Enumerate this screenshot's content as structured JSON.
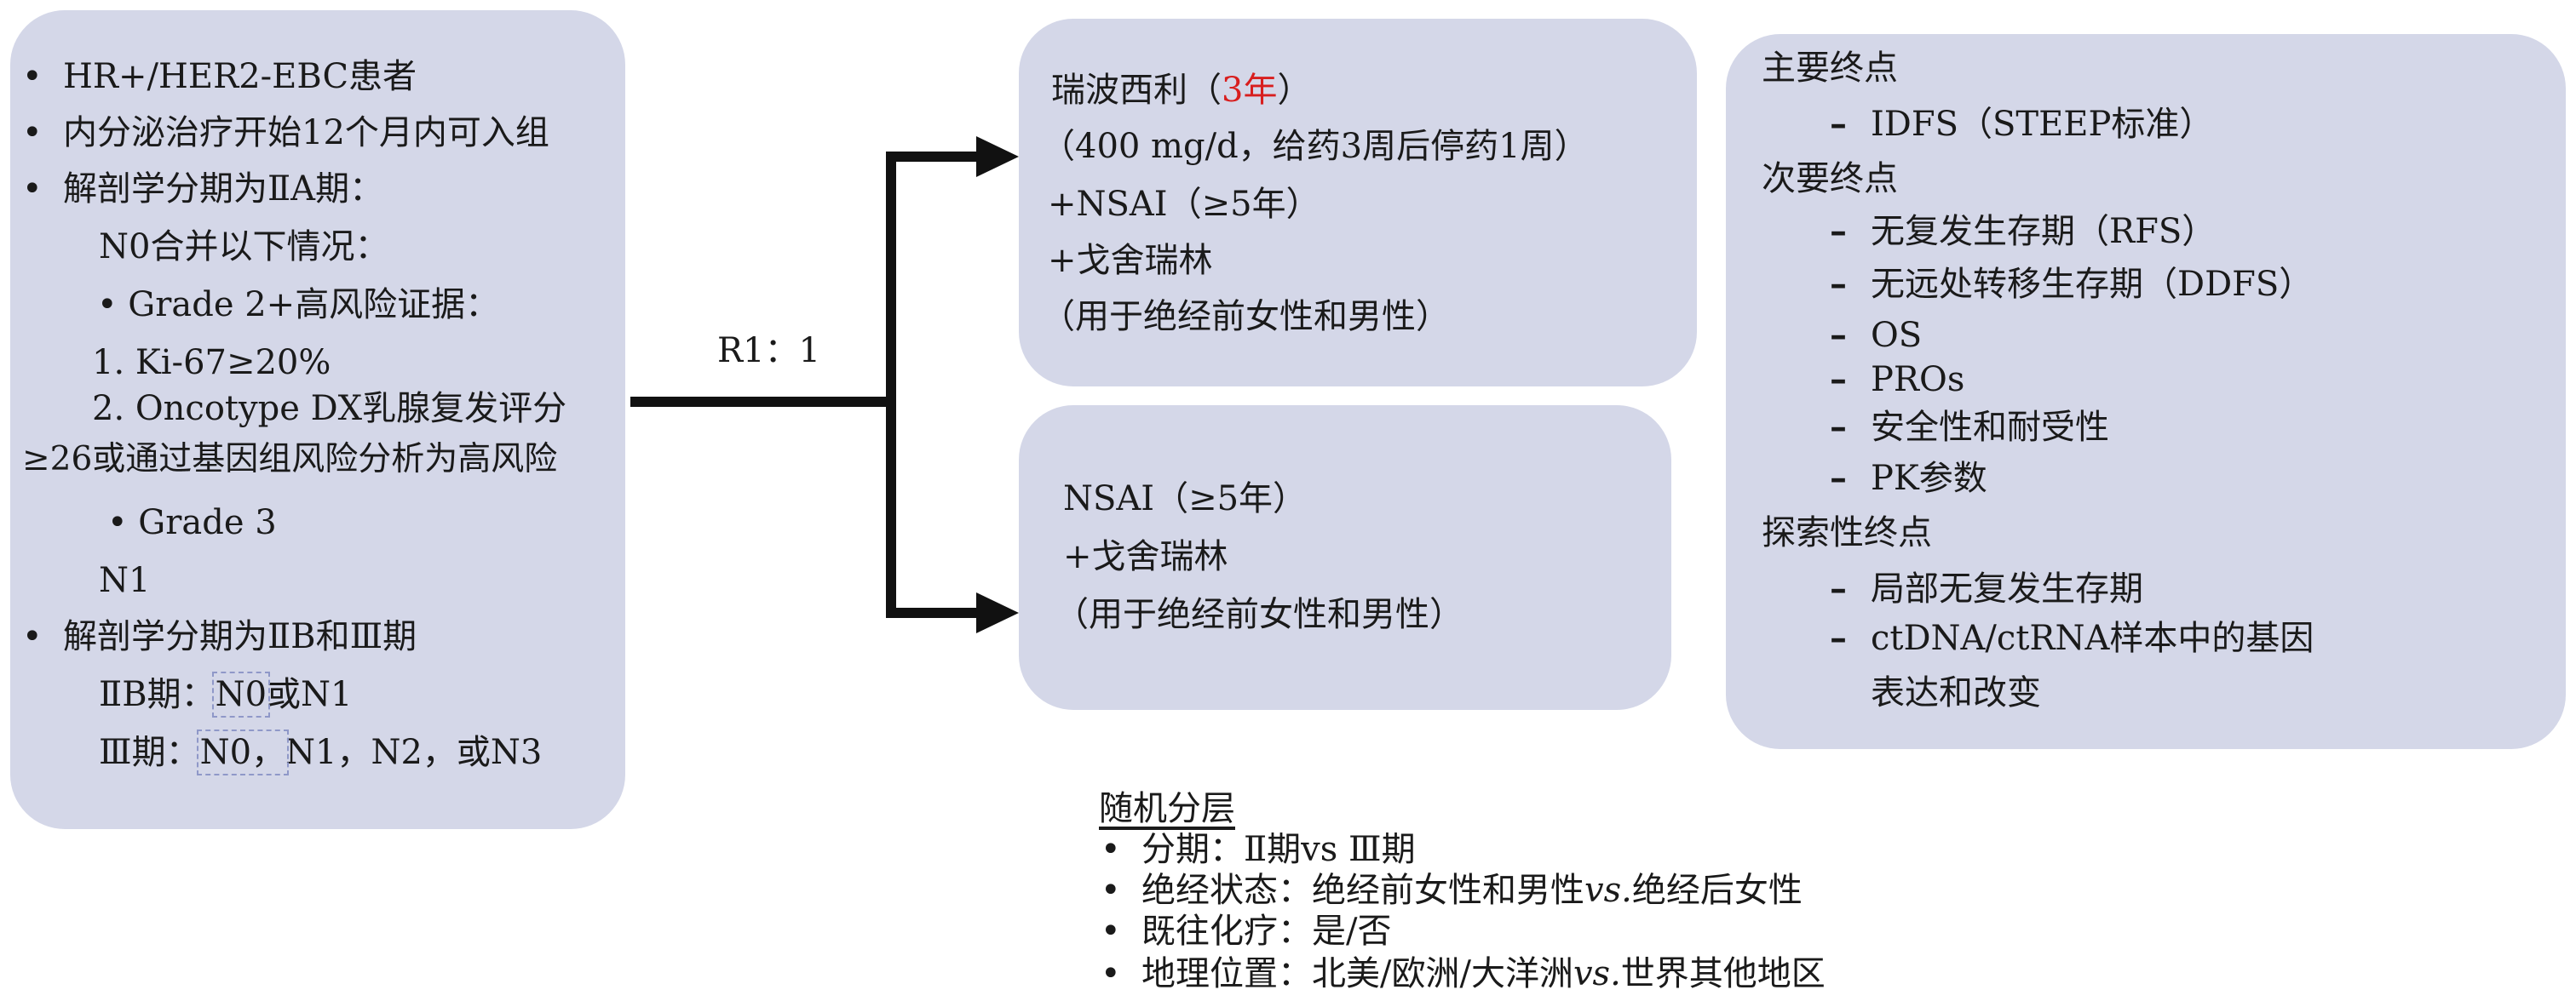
{
  "colors": {
    "box_fill": "#d4d7e8",
    "accent_red": "#d81e1e",
    "arrow": "#111111"
  },
  "eligibility": {
    "b1": "HR+/HER2-EBC患者",
    "b2": "内分泌治疗开始12个月内可入组",
    "b3": "解剖学分期为ⅡA期：",
    "n0_title": "N0合并以下情况：",
    "grade2": "• Grade 2+高风险证据：",
    "ki67": "1. Ki-67≥20%",
    "oncotype": "2. Oncotype DX乳腺复发评分",
    "oncotype_cont": "≥26或通过基因组风险分析为高风险",
    "grade3": "• Grade 3",
    "n1": "N1",
    "b4": "解剖学分期为ⅡB和Ⅲ期",
    "iib_prefix": "ⅡB期：",
    "iib_n0": "N0",
    "iib_rest": "或N1",
    "iii_prefix": "Ⅲ期：",
    "iii_n0": "N0，",
    "iii_rest": "N1，N2，或N3"
  },
  "randomization": {
    "label": "R1：1"
  },
  "arm1": {
    "l1_a": "瑞波西利（",
    "l1_red": "3年",
    "l1_b": "）",
    "l2": "（400 mg/d，给药3周后停药1周）",
    "l3": "+NSAI（≥5年）",
    "l4": "+戈舍瑞林",
    "l5": "（用于绝经前女性和男性）"
  },
  "arm2": {
    "l1": "NSAI（≥5年）",
    "l2": "+戈舍瑞林",
    "l3": "（用于绝经前女性和男性）"
  },
  "endpoints": {
    "primary_title": "主要终点",
    "primary": [
      "IDFS（STEEP标准）"
    ],
    "secondary_title": "次要终点",
    "secondary": [
      "无复发生存期（RFS）",
      "无远处转移生存期（DDFS）",
      "OS",
      "PROs",
      "安全性和耐受性",
      "PK参数"
    ],
    "exploratory_title": "探索性终点",
    "exploratory": [
      "局部无复发生存期",
      "ctDNA/ctRNA样本中的基因",
      "表达和改变"
    ]
  },
  "stratification": {
    "title": "随机分层",
    "i1": "分期：Ⅱ期vs Ⅲ期",
    "i2_a": "绝经状态：绝经前女性和男性",
    "i2_vs": "vs.",
    "i2_b": "绝经后女性",
    "i3": "既往化疗：是/否",
    "i4_a": "地理位置：北美/欧洲/大洋洲",
    "i4_vs": "vs.",
    "i4_b": "世界其他地区"
  }
}
